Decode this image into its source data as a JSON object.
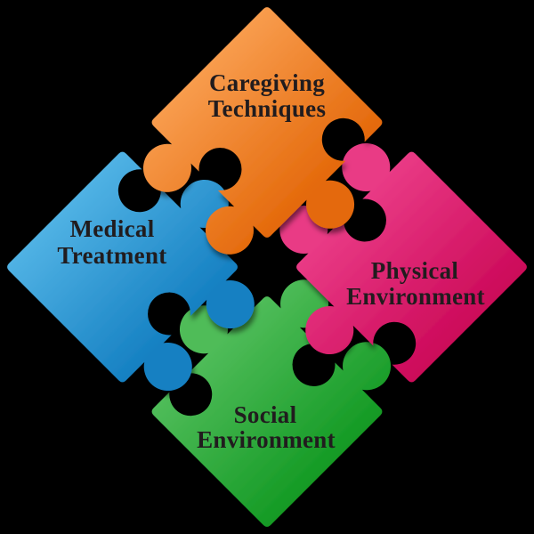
{
  "background_color": "#000000",
  "text_color": "#211c1e",
  "diagram": {
    "type": "jigsaw-diamond",
    "pieces": [
      {
        "position": "top",
        "lines": [
          "Caregiving",
          "Techniques"
        ],
        "color": "#EF7D22",
        "color_light": "#F89C4D",
        "color_dark": "#E4690B"
      },
      {
        "position": "left",
        "lines": [
          "Medical",
          "Treatment"
        ],
        "color": "#2E9FD9",
        "color_light": "#50B2E4",
        "color_dark": "#1580C2"
      },
      {
        "position": "right",
        "lines": [
          "Physical",
          "Environment"
        ],
        "color": "#DE1768",
        "color_light": "#E93A85",
        "color_dark": "#CC0A59"
      },
      {
        "position": "bottom",
        "lines": [
          "Social",
          "Environment"
        ],
        "color": "#2EA836",
        "color_light": "#4FBC59",
        "color_dark": "#149A24"
      }
    ]
  }
}
